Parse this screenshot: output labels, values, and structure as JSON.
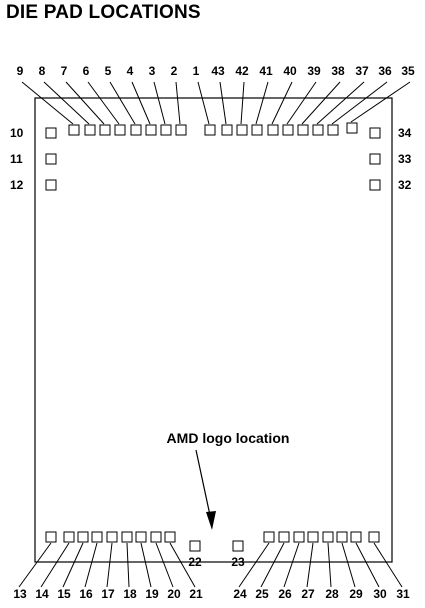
{
  "title": "DIE PAD LOCATIONS",
  "annotation": "AMD logo location",
  "pads": {
    "top": [
      "9",
      "8",
      "7",
      "6",
      "5",
      "4",
      "3",
      "2",
      "1",
      "43",
      "42",
      "41",
      "40",
      "39",
      "38",
      "37",
      "36",
      "35"
    ],
    "left": [
      "10",
      "11",
      "12"
    ],
    "right": [
      "34",
      "33",
      "32"
    ],
    "bottom": [
      "13",
      "14",
      "15",
      "16",
      "17",
      "18",
      "19",
      "20",
      "21",
      "24",
      "25",
      "26",
      "27",
      "28",
      "29",
      "30",
      "31"
    ],
    "bottom_inner": [
      "22",
      "23"
    ]
  }
}
